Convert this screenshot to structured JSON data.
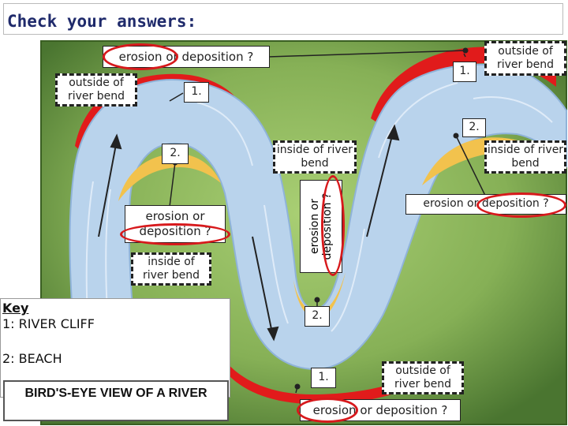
{
  "title": "Check your answers:",
  "labels": {
    "q_top": "erosion or deposition ?",
    "outside_left": "outside of river bend",
    "outside_top_right": "outside of river bend",
    "num1_top_left": "1.",
    "num1_top_right": "1.",
    "num2_right": "2.",
    "num2_left": "2.",
    "inside_middle": "inside of river bend",
    "inside_right": "inside of river bend",
    "q_left": "erosion or deposition ?",
    "q_vertical": "erosion or deposition ?",
    "q_right": "erosion or deposition ?",
    "inside_left": "inside of river bend",
    "num2_bottom": "2.",
    "num1_bottom": "1.",
    "outside_bottom": "outside of river bend",
    "q_bottom": "erosion or deposition ?"
  },
  "key": {
    "title": "Key",
    "item1": "1:  RIVER CLIFF",
    "item2": "2:  BEACH"
  },
  "caption": "BIRD'S-EYE VIEW OF A RIVER",
  "colors": {
    "grass_light": "#9cc46a",
    "grass_dark": "#4f7a2e",
    "river": "#b9d3ec",
    "cliff": "#e11b1b",
    "beach": "#f2c24d",
    "title": "#1f2a6b",
    "circle": "#d7191c"
  }
}
